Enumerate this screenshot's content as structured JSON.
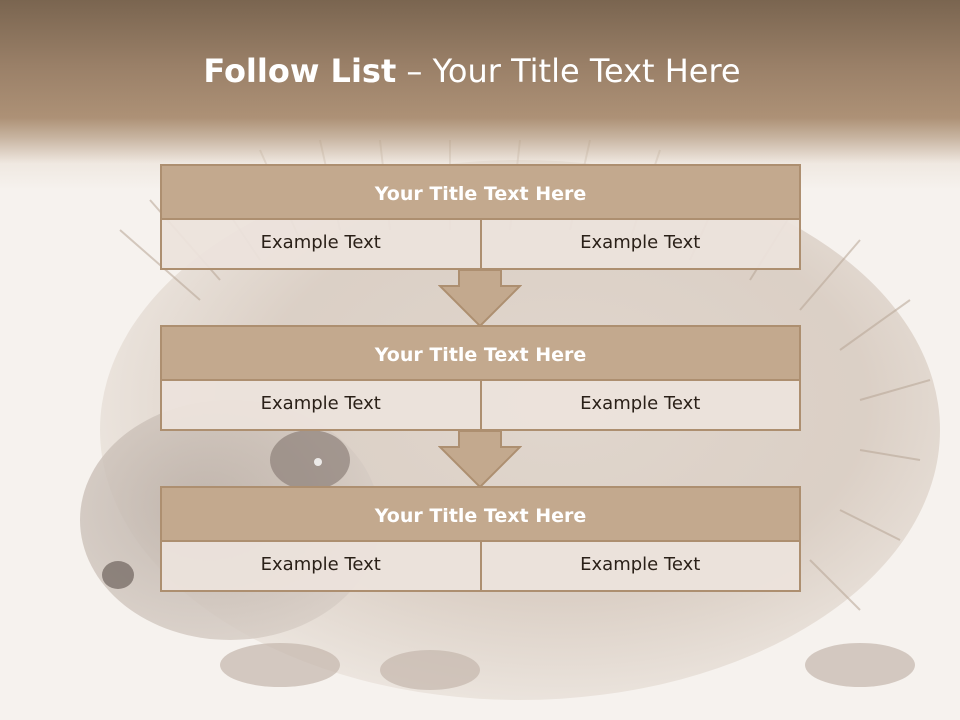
{
  "header": {
    "title_bold": "Follow List",
    "title_rest": "– Your Title Text Here"
  },
  "steps": [
    {
      "title": "Your Title Text Here",
      "left": "Example Text",
      "right": "Example Text"
    },
    {
      "title": "Your Title Text Here",
      "left": "Example Text",
      "right": "Example Text"
    },
    {
      "title": "Your Title Text Here",
      "left": "Example Text",
      "right": "Example Text"
    }
  ],
  "colors": {
    "header_band": "#9a8068",
    "title_fill": "#c3a98e",
    "border": "#ad8f70",
    "cell_fill": "#ece2dc",
    "arrow_fill": "#c3a98e"
  },
  "background_image": "hedgehog-photo"
}
